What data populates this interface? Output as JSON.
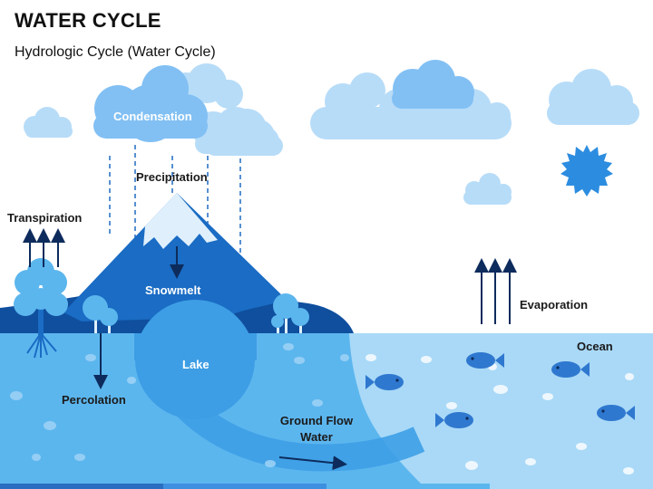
{
  "title": "WATER CYCLE",
  "subtitle": "Hydrologic Cycle (Water Cycle)",
  "labels": {
    "condensation": "Condensation",
    "precipitation": "Precipitation",
    "transpiration": "Transpiration",
    "snowmelt": "Snowmelt",
    "evaporation": "Evaporation",
    "ocean": "Ocean",
    "lake": "Lake",
    "percolation": "Percolation",
    "ground_flow_line1": "Ground Flow",
    "ground_flow_line2": "Water"
  },
  "colors": {
    "cloud_dark": "#82c0f4",
    "cloud_light": "#b7dcf8",
    "mountain": "#1a6cc4",
    "mountain_dark": "#0f4f9e",
    "snow": "#dff0fc",
    "ground": "#5cb6ee",
    "ocean": "#a9d9f7",
    "lake": "#3d9ee5",
    "sun": "#2c8de0",
    "fish": "#2f78cf",
    "arrow": "#0d2b5c"
  },
  "icons": [
    "cloud-icon",
    "sun-icon",
    "mountain-icon",
    "tree-icon",
    "fish-icon",
    "arrow-up-icon",
    "arrow-down-icon",
    "arrow-right-icon"
  ]
}
